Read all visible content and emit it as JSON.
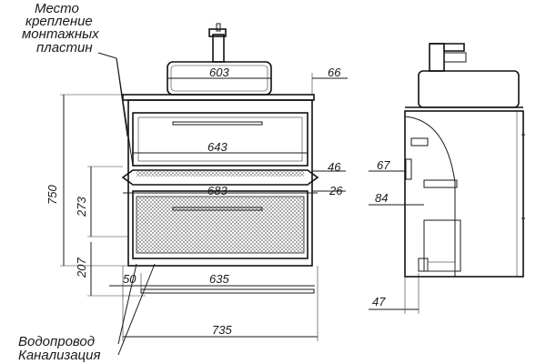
{
  "labels": {
    "mount_place": [
      "Место",
      "крепление",
      "монтажных",
      "пластин"
    ],
    "water": "Водопровод",
    "sewer": "Канализация"
  },
  "dims_front": {
    "basin_width": "603",
    "top_overhang": "66",
    "drawer_inner_width": "643",
    "gap_46": "46",
    "mid_width": "683",
    "gap_26": "26",
    "total_height": "750",
    "upper_height": "273",
    "bottom_height": "207",
    "left_offset": "50",
    "bottom_width": "635",
    "total_width": "735"
  },
  "dims_side": {
    "d67": "67",
    "d84": "84",
    "d47": "47"
  }
}
